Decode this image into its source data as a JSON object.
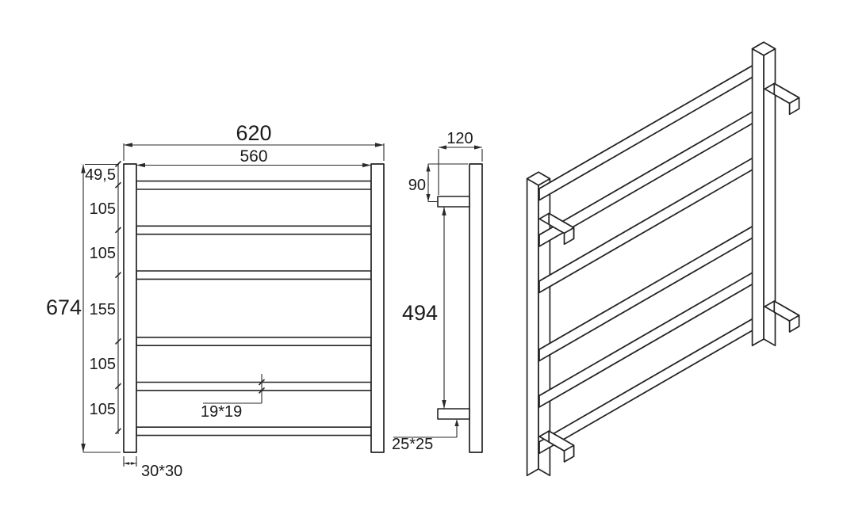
{
  "drawing_labels": {
    "front": {
      "overall_width": "620",
      "rail_length": "560",
      "overall_height": "674",
      "spacings": [
        "49,5",
        "105",
        "105",
        "155",
        "105",
        "105"
      ],
      "rung_section": "19*19",
      "post_section": "30*30"
    },
    "side": {
      "depth": "120",
      "bracket_top_offset": "90",
      "bracket_spacing": "494",
      "bracket_section": "25*25"
    }
  }
}
